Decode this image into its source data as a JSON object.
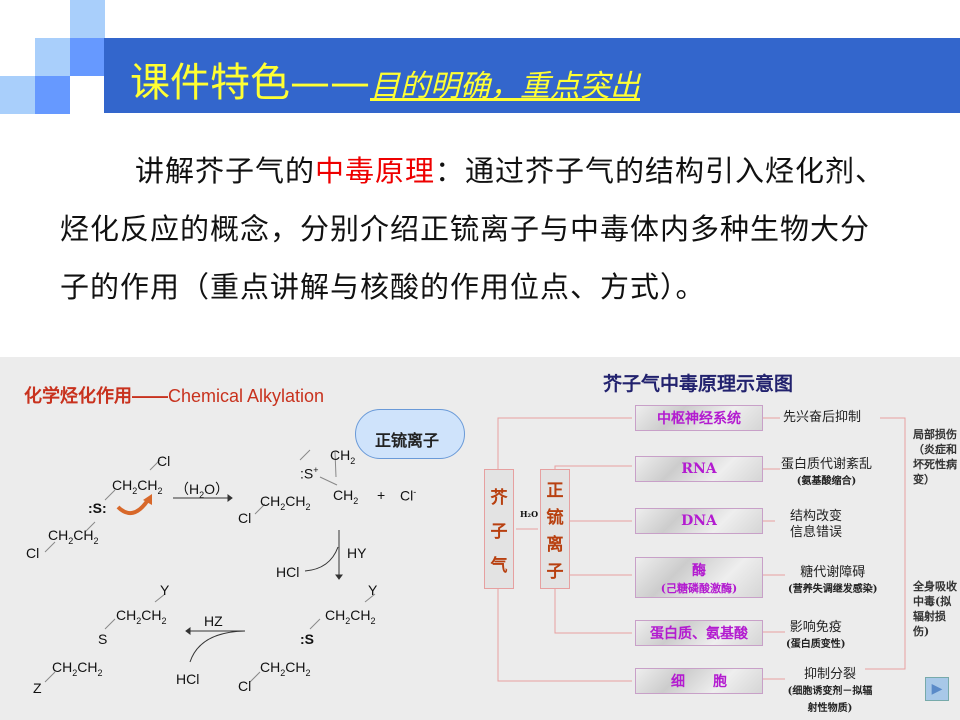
{
  "header": {
    "title": "课件特色——",
    "subtitle": "目的明确，重点突出"
  },
  "paragraph": {
    "before": "讲解芥子气的",
    "highlight": "中毒原理",
    "after": "：通过芥子气的结构引入烃化剂、烃化反应的概念，分别介绍正锍离子与中毒体内多种生物大分子的作用（重点讲解与核酸的作用位点、方式）。"
  },
  "left_figure": {
    "title_cn": "化学烃化作用——",
    "title_en": "Chemical Alkylation",
    "cloud": "正锍离子",
    "labels": {
      "cl": "Cl",
      "ch2ch2": "CH",
      "s_lone": ":S:",
      "s_plus": ":S",
      "s": ":S",
      "s_plain": "S",
      "h2o": "（H",
      "hy": "HY",
      "hcl": "HCl",
      "hz": "HZ",
      "y": "Y",
      "z": "Z",
      "plus": "+",
      "clminus": "Cl",
      "ch2": "CH"
    }
  },
  "right_figure": {
    "title": "芥子气中毒原理示意图",
    "source": [
      "芥",
      "子",
      "气"
    ],
    "ion": [
      "正",
      "锍",
      "离",
      "子"
    ],
    "h2o": "H₂O",
    "targets": [
      {
        "label": "中枢神经系统",
        "sub": ""
      },
      {
        "label": "RNA",
        "sub": ""
      },
      {
        "label": "DNA",
        "sub": ""
      },
      {
        "label": "酶",
        "sub": "(己糖磷酸激酶)"
      },
      {
        "label": "蛋白质、氨基酸",
        "sub": ""
      },
      {
        "label": "细　　胞",
        "sub": ""
      }
    ],
    "effects": [
      {
        "main": "先兴奋后抑制",
        "sub": ""
      },
      {
        "main": "蛋白质代谢紊乱",
        "sub": "(氨基酸缩合)"
      },
      {
        "main": "结构改变",
        "sub": "信息错误"
      },
      {
        "main": "糖代谢障碍",
        "sub": "(营养失调继发感染)"
      },
      {
        "main": "影响免疫",
        "sub": "(蛋白质变性)"
      },
      {
        "main": "抑制分裂",
        "sub": "(细胞诱变剂－拟辐射性物质)"
      }
    ],
    "outcomes": [
      "局部损伤（炎症和坏死性病变）",
      "全身吸收中毒(拟辐射损伤)"
    ]
  },
  "nav": {
    "next": "▶"
  }
}
